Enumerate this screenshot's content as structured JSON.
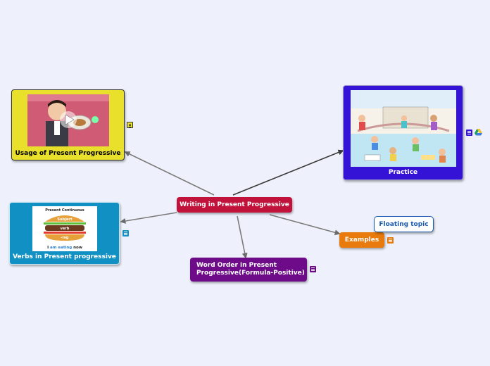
{
  "map": {
    "central": {
      "label": "Writing in Present Progressive",
      "color": "#c0123a"
    },
    "topics": {
      "usage": {
        "label": "Usage of Present Progressive",
        "color": "#e8e02a",
        "border": "#333333",
        "image": "video-thumbnail-character-with-plate",
        "has_note": true
      },
      "practice": {
        "label": "Practice",
        "color": "#3513d6",
        "image": "illustrated-scene-people-activities",
        "has_note": true,
        "has_attachment": true
      },
      "verbs": {
        "label": "Verbs in Present progressive",
        "color": "#1190c4",
        "image": "burger-grammar-infographic",
        "has_note": true
      },
      "word_order": {
        "label": "Word Order in Present Progressive(Formula-Positive)",
        "color": "#6d0b88",
        "has_note": true
      },
      "examples": {
        "label": "Examples",
        "color": "#e87b0c",
        "has_note": true
      },
      "floating": {
        "label": "Floating topic",
        "color": "#ffffff",
        "text_color": "#1a5bb0"
      }
    },
    "burger_image_text": {
      "title": "Present Continuous",
      "top": "Subject",
      "middle": "verb",
      "bottom": "-ing",
      "caption_start": "I ",
      "caption_mid": "am eating",
      "caption_end": " now"
    }
  }
}
